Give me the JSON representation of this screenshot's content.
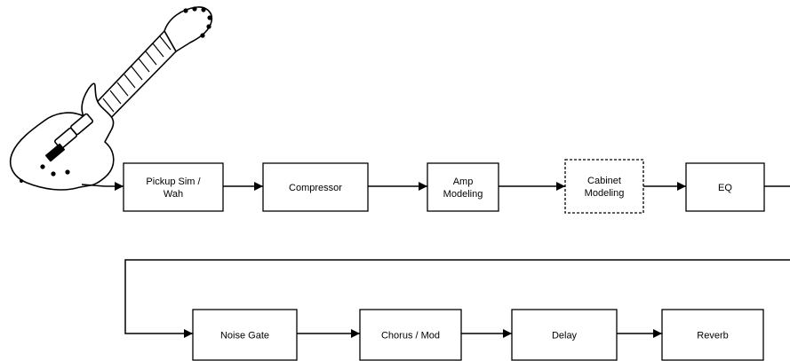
{
  "diagram": {
    "blocks": [
      {
        "id": "pickup",
        "lines": [
          "Pickup Sim /",
          "Wah"
        ],
        "dashed": false
      },
      {
        "id": "compressor",
        "lines": [
          "Compressor"
        ],
        "dashed": false
      },
      {
        "id": "amp",
        "lines": [
          "Amp",
          "Modeling"
        ],
        "dashed": false
      },
      {
        "id": "cabinet",
        "lines": [
          "Cabinet",
          "Modeling"
        ],
        "dashed": true
      },
      {
        "id": "eq",
        "lines": [
          "EQ"
        ],
        "dashed": false
      },
      {
        "id": "noise-gate",
        "lines": [
          "Noise Gate"
        ],
        "dashed": false
      },
      {
        "id": "chorus",
        "lines": [
          "Chorus / Mod"
        ],
        "dashed": false
      },
      {
        "id": "delay",
        "lines": [
          "Delay"
        ],
        "dashed": false
      },
      {
        "id": "reverb",
        "lines": [
          "Reverb"
        ],
        "dashed": false
      }
    ],
    "colors": {
      "stroke": "#000000",
      "background": "#ffffff"
    }
  }
}
